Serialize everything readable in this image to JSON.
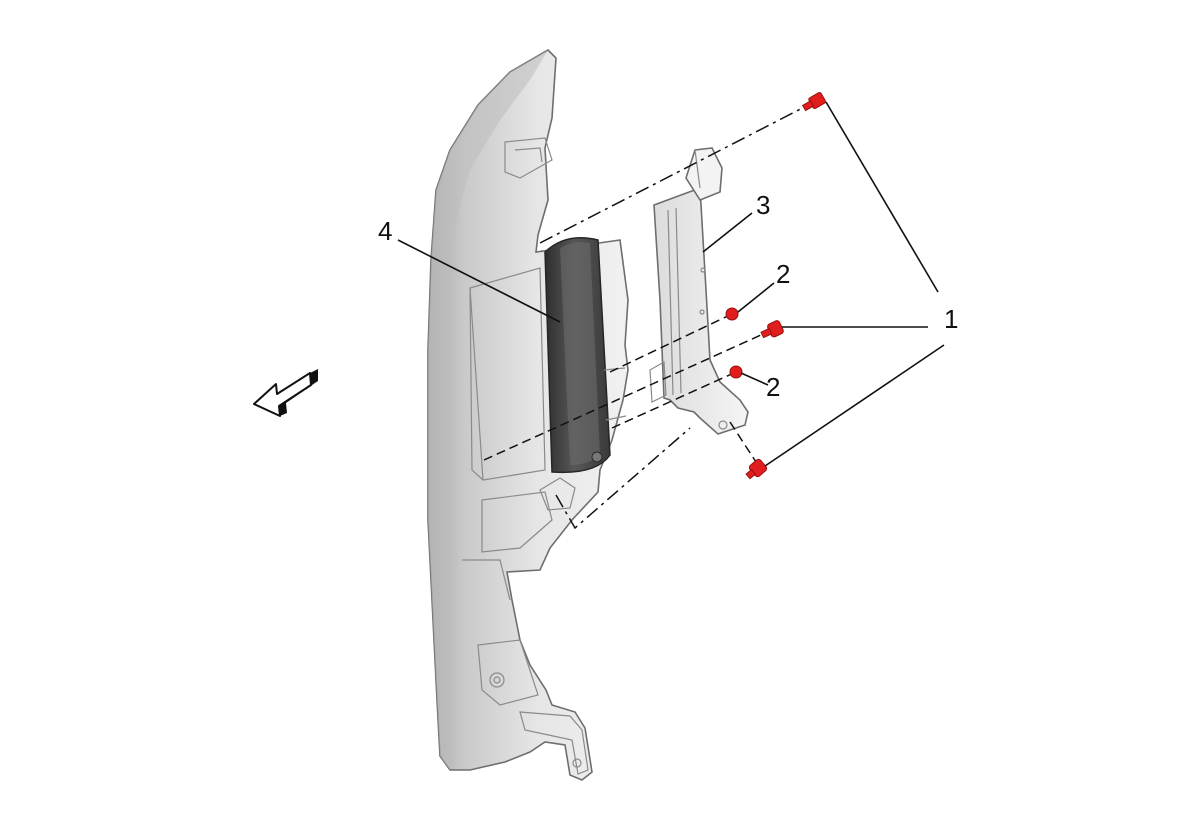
{
  "callouts": [
    {
      "id": "1",
      "label": "1"
    },
    {
      "id": "2a",
      "label": "2"
    },
    {
      "id": "2b",
      "label": "2"
    },
    {
      "id": "3",
      "label": "3"
    },
    {
      "id": "4",
      "label": "4"
    }
  ],
  "colors": {
    "fastener": "#e01e1e",
    "panel_light": "#ececec",
    "panel_mid": "#d4d4d4",
    "panel_dark": "#a9a9a9",
    "module": "#4a4a4a",
    "line": "#111111"
  }
}
